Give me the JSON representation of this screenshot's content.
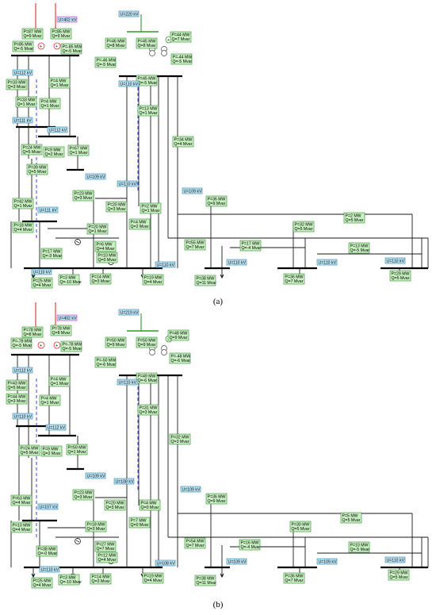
{
  "colors": {
    "line": "#1a1a1a",
    "box_green": "#c8f0c0",
    "box_green_stroke": "#2e8b2e",
    "box_blue": "#bfe6f5",
    "box_blue_stroke": "#2a7fb0",
    "dashed": "#2233dd",
    "gen_red": "#e03030",
    "gen_green": "#2e9a2e",
    "box_pink_stroke": "#cc33cc"
  },
  "captions": {
    "a": "(a)",
    "b": "(b)"
  },
  "panel_a": {
    "generators": [
      {
        "text": [
          "P=87 MW",
          "Q=9 Mvar"
        ]
      },
      {
        "text": [
          "P=85 MW",
          "Q=9 Mvar"
        ]
      }
    ],
    "flows": [
      {
        "text": [
          "P=85 MW",
          "Q=-5 Mvar"
        ]
      },
      {
        "text": [
          "P=-85 MW",
          "Q=-5 Mvar"
        ]
      },
      {
        "text": [
          "P=33 MW",
          "Q=3 Mvar"
        ]
      },
      {
        "text": [
          "P=4 MW",
          "Q=1 Mvar"
        ]
      },
      {
        "text": [
          "P=33 MW",
          "Q=1 Mvar"
        ]
      },
      {
        "text": [
          "P=4 MW",
          "Q=1 Mvar"
        ]
      },
      {
        "text": [
          "P=24 MW",
          "Q=5 Mvar"
        ]
      },
      {
        "text": [
          "P=9 MW",
          "Q=2 Mvar"
        ]
      },
      {
        "text": [
          "P=67 MW",
          "Q=1 Mvar"
        ]
      },
      {
        "text": [
          "P=39 MW",
          "Q=5 Mvar"
        ]
      },
      {
        "text": [
          "P=23 MW",
          "Q=3 Mvar"
        ]
      },
      {
        "text": [
          "P=42 MW",
          "Q=1 Mvar"
        ]
      },
      {
        "text": [
          "P=18 MW",
          "Q=4 Mvar"
        ]
      },
      {
        "text": [
          "P=20 MW",
          "Q=1 Mvar"
        ]
      },
      {
        "text": [
          "P=17 MW",
          "Q=-3 Mvar"
        ]
      },
      {
        "text": [
          "P=6 MW",
          "Q=4 Mvar"
        ]
      },
      {
        "text": [
          "P=10 MW",
          "Q=0 Mvar"
        ]
      },
      {
        "text": [
          "P=25 MW",
          "Q=4 Mvar"
        ]
      },
      {
        "text": [
          "P=3 MW",
          "Q=-10 Mvar"
        ]
      },
      {
        "text": [
          "P=14 MW",
          "Q=3 Mvar"
        ]
      },
      {
        "text": [
          "P=19 MW",
          "Q=4 Mvar"
        ]
      },
      {
        "text": [
          "P=46 MW",
          "Q=8 Mvar"
        ]
      },
      {
        "text": [
          "P=45 MW",
          "Q=8 Mvar"
        ]
      },
      {
        "text": [
          "P=44 MW",
          "Q=7 Mvar"
        ]
      },
      {
        "text": [
          "P=-46 MW",
          "Q=-5 Mvar"
        ]
      },
      {
        "text": [
          "P=-44 MW",
          "Q=-5 Mvar"
        ]
      },
      {
        "text": [
          "P=45 MW",
          "Q=-5 Mvar"
        ]
      },
      {
        "text": [
          "P=13 MW",
          "Q=1 Mvar"
        ]
      },
      {
        "text": [
          "P=34 MW",
          "Q=4 Mvar"
        ]
      },
      {
        "text": [
          "P=36 MW",
          "Q=9 Mvar"
        ]
      },
      {
        "text": [
          "P=20 MW",
          "Q=3 Mvar"
        ]
      },
      {
        "text": [
          "P=2 MW",
          "Q=1 Mvar"
        ]
      },
      {
        "text": [
          "P=4 MW",
          "Q=2 Mvar"
        ]
      },
      {
        "text": [
          "P=2 MW",
          "Q=5 Mvar"
        ]
      },
      {
        "text": [
          "P=32 MW",
          "Q=5 Mvar"
        ]
      },
      {
        "text": [
          "P=55 MW",
          "Q=7 Mvar"
        ]
      },
      {
        "text": [
          "P=17 MW",
          "Q=-4 Mvar"
        ]
      },
      {
        "text": [
          "P=13 MW",
          "Q=-5 Mvar"
        ]
      },
      {
        "text": [
          "P=38 MW",
          "Q=11 Mvar"
        ]
      },
      {
        "text": [
          "P=36 MW",
          "Q=7 Mvar"
        ]
      },
      {
        "text": [
          "P=29 MW",
          "Q=5 Mvar"
        ]
      }
    ],
    "voltages": [
      "U=402 kV",
      "U=220 kV",
      "U=112 kV",
      "U=111 kV",
      "U=112 kV",
      "U=110 kV",
      "U=109 kV",
      "U=110 kV",
      "U=109 kV",
      "U=111 kV",
      "U=110 kV",
      "U=110 kV",
      "U=110 kV",
      "U=110 kV",
      "U=110 kV"
    ]
  },
  "panel_b": {
    "generators": [
      {
        "text": [
          "P=78 MW",
          "Q=8 Mvar"
        ]
      },
      {
        "text": [
          "P=78 MW",
          "Q=8 Mvar"
        ]
      }
    ],
    "flows": [
      {
        "text": [
          "P=-78 MW",
          "Q=-5 Mvar"
        ]
      },
      {
        "text": [
          "P=-78 MW",
          "Q=-5 Mvar"
        ]
      },
      {
        "text": [
          "P=43 MW",
          "Q=5 Mvar"
        ]
      },
      {
        "text": [
          "P=4 MW",
          "Q=1 Mvar"
        ]
      },
      {
        "text": [
          "P=44 MW",
          "Q=3 Mvar"
        ]
      },
      {
        "text": [
          "P=4 MW",
          "Q=1 Mvar"
        ]
      },
      {
        "text": [
          "P=24 MW",
          "Q=5 Mvar"
        ]
      },
      {
        "text": [
          "P=9 MW",
          "Q=2 Mvar"
        ]
      },
      {
        "text": [
          "P=59 MW",
          "Q=1 Mvar"
        ]
      },
      {
        "text": [
          "P=23 MW",
          "Q=3 Mvar"
        ]
      },
      {
        "text": [
          "P=63 MW",
          "Q=4 Mvar"
        ]
      },
      {
        "text": [
          "P=10 MW",
          "Q=4 Mvar"
        ]
      },
      {
        "text": [
          "P=18 MW",
          "Q=3 Mvar"
        ]
      },
      {
        "text": [
          "P=38 MW",
          "Q=-0 Mvar"
        ]
      },
      {
        "text": [
          "P=27 MW",
          "Q=7 Mvar"
        ]
      },
      {
        "text": [
          "P=12 MW",
          "Q=4 Mvar"
        ]
      },
      {
        "text": [
          "P=25 MW",
          "Q=4 Mvar"
        ]
      },
      {
        "text": [
          "P=3 MW",
          "Q=-10 Mvar"
        ]
      },
      {
        "text": [
          "P=14 MW",
          "Q=3 Mvar"
        ]
      },
      {
        "text": [
          "P=19 MW",
          "Q=4 Mvar"
        ]
      },
      {
        "text": [
          "P=50 MW",
          "Q=9 Mvar"
        ]
      },
      {
        "text": [
          "P=50 MW",
          "Q=9 Mvar"
        ]
      },
      {
        "text": [
          "P=48 MW",
          "Q=9 Mvar"
        ]
      },
      {
        "text": [
          "P=-50 MW",
          "Q=-6 Mvar"
        ]
      },
      {
        "text": [
          "P=-48 MW",
          "Q=-6 Mvar"
        ]
      },
      {
        "text": [
          "P=49 MW",
          "Q=-6 Mvar"
        ]
      },
      {
        "text": [
          "P=31 MW",
          "Q=3 Mvar"
        ]
      },
      {
        "text": [
          "P=32 MW",
          "Q=3 Mvar"
        ]
      },
      {
        "text": [
          "P=36 MW",
          "Q=9 Mvar"
        ]
      },
      {
        "text": [
          "P=20 MW",
          "Q=3 Mvar"
        ]
      },
      {
        "text": [
          "P=4 MW",
          "Q=0 Mvar"
        ]
      },
      {
        "text": [
          "P=7 MW",
          "Q=0 Mvar"
        ]
      },
      {
        "text": [
          "P=5 MW",
          "Q=5 Mvar"
        ]
      },
      {
        "text": [
          "P=30 MW",
          "Q=5 Mvar"
        ]
      },
      {
        "text": [
          "P=54 MW",
          "Q=7 Mvar"
        ]
      },
      {
        "text": [
          "P=16 MW",
          "Q=-4 Mvar"
        ]
      },
      {
        "text": [
          "P=10 MW",
          "Q=-5 Mvar"
        ]
      },
      {
        "text": [
          "P=38 MW",
          "Q=11 Mvar"
        ]
      },
      {
        "text": [
          "P=36 MW",
          "Q=7 Mvar"
        ]
      },
      {
        "text": [
          "P=29 MW",
          "Q=5 Mvar"
        ]
      }
    ],
    "voltages": [
      "U=402 kV",
      "U=219 kV",
      "U=112 kV",
      "U=110 kV",
      "U=112 kV",
      "U=110 kV",
      "U=109 kV",
      "U=108 kV",
      "U=109 kV",
      "U=107 kV",
      "U=110 kV",
      "U=108 kV",
      "U=109 kV",
      "U=109 kV",
      "U=110 kV"
    ]
  }
}
